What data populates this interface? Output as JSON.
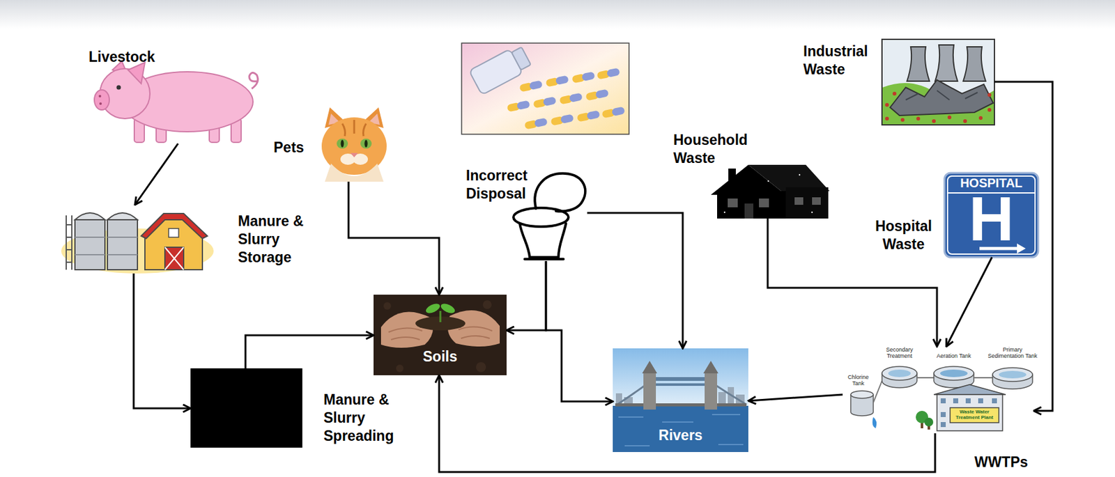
{
  "diagram": {
    "nodes": [
      {
        "text": [
          "Livestock"
        ]
      },
      {
        "text": [
          "Pets"
        ]
      },
      {
        "text": [
          "Industrial Waste"
        ]
      },
      {
        "text": [
          "Household Waste"
        ]
      },
      {
        "text": [
          "Incorrect Disposal"
        ]
      },
      {
        "text": [
          "Hospital Waste",
          "HOSPITAL",
          "H"
        ]
      },
      {
        "text": [
          "Manure & Slurry Storage"
        ]
      },
      {
        "text": [
          "Soils"
        ]
      },
      {
        "text": [
          "Rivers"
        ]
      },
      {
        "text": [
          "Manure & Slurry Spreading"
        ]
      },
      {
        "text": [
          "Secondary Treatment",
          "Aeration Tank",
          "Primary Sedimentation Tank",
          "Chlorine Tank",
          "Waste Water Treatment Plant",
          "WWTPs"
        ]
      }
    ],
    "edges": [
      {
        "from": 0,
        "to": 6,
        "arrow": "to"
      },
      {
        "from": 6,
        "to": 9,
        "arrow": "to"
      },
      {
        "from": 9,
        "to": 7,
        "arrow": "to"
      },
      {
        "from": 1,
        "to": 7,
        "arrow": "to"
      },
      {
        "from": 4,
        "to": 7,
        "arrow": "to"
      },
      {
        "from": 4,
        "to": 8,
        "arrow": "to"
      },
      {
        "from": 4,
        "to": 8,
        "arrow": "to"
      },
      {
        "from": 3,
        "to": 10,
        "arrow": "to"
      },
      {
        "from": 5,
        "to": 10,
        "arrow": "to"
      },
      {
        "from": 2,
        "to": 10,
        "arrow": "to"
      },
      {
        "from": 10,
        "to": 8,
        "arrow": "to"
      },
      {
        "from": 10,
        "to": 7,
        "arrow": "to"
      }
    ]
  }
}
